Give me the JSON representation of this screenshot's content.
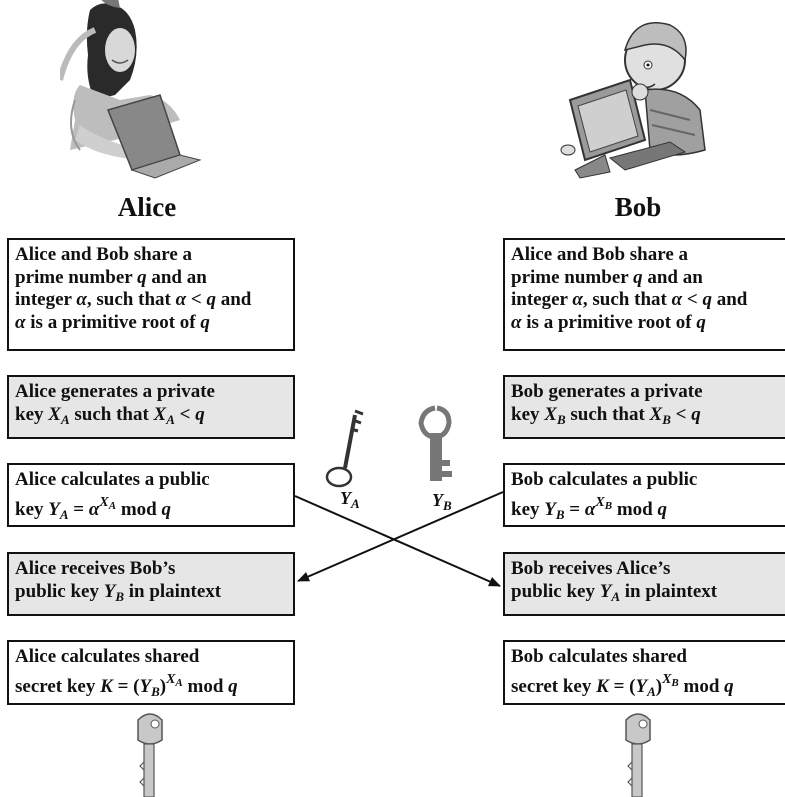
{
  "alice": {
    "name": "Alice",
    "box1": [
      "Alice and Bob share a",
      "prime number ",
      "q",
      " and an",
      "integer ",
      "α",
      ", such that ",
      "α",
      " < ",
      "q",
      " and",
      "α",
      " is a primitive root of ",
      "q"
    ],
    "box2": [
      "Alice generates a private",
      "key ",
      "X",
      "A",
      " such that ",
      "X",
      "A",
      " < ",
      "q"
    ],
    "box3": [
      "Alice calculates a public",
      "key ",
      "Y",
      "A",
      " = ",
      "α",
      "X",
      "A",
      " mod ",
      "q"
    ],
    "box4": [
      "Alice receives Bob’s",
      "public key ",
      "Y",
      "B",
      " in plaintext"
    ],
    "box5": [
      "Alice calculates shared",
      "secret key ",
      "K",
      " = (",
      "Y",
      "B",
      ")",
      "X",
      "A",
      " mod ",
      "q"
    ]
  },
  "bob": {
    "name": "Bob",
    "box1": [
      "Alice and Bob share a",
      "prime number ",
      "q",
      " and an",
      "integer ",
      "α",
      ", such that ",
      "α",
      " < ",
      "q",
      " and",
      "α",
      " is a primitive root of ",
      "q"
    ],
    "box2": [
      "Bob generates a private",
      "key ",
      "X",
      "B",
      " such that ",
      "X",
      "B",
      " < ",
      "q"
    ],
    "box3": [
      "Bob calculates a public",
      "key ",
      "Y",
      "B",
      " = ",
      "α",
      "X",
      "B",
      " mod ",
      "q"
    ],
    "box4": [
      "Bob receives Alice’s",
      "public key ",
      "Y",
      "A",
      " in plaintext"
    ],
    "box5": [
      "Bob calculates shared",
      "secret key ",
      "K",
      " = (",
      "Y",
      "A",
      ")",
      "X",
      "B",
      " mod ",
      "q"
    ]
  },
  "keys": {
    "ya": [
      "Y",
      "A"
    ],
    "yb": [
      "Y",
      "B"
    ]
  },
  "colors": {
    "box_white": "#ffffff",
    "box_grey": "#e6e6e6",
    "line": "#111111"
  }
}
